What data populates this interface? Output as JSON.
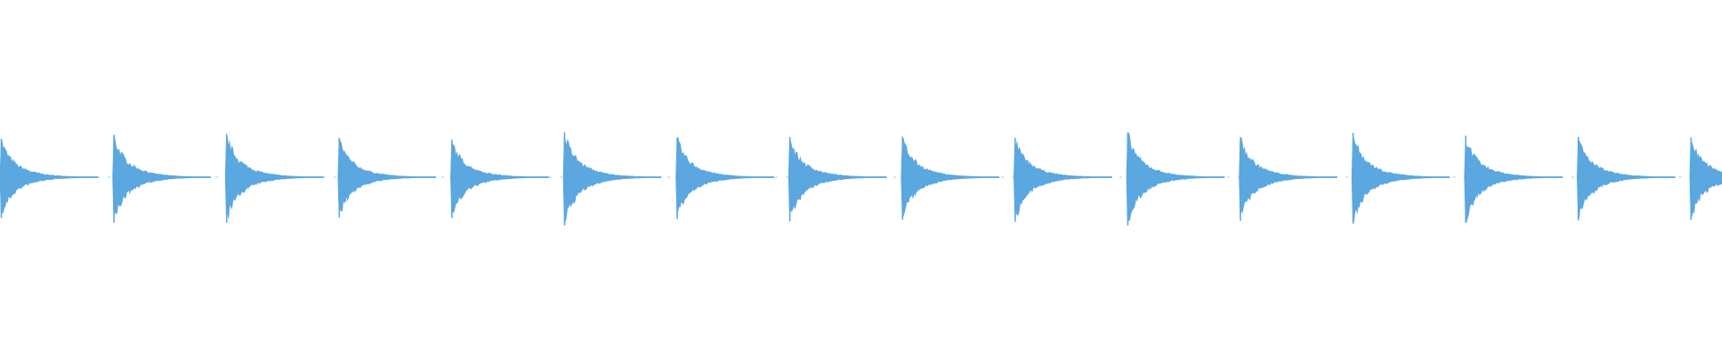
{
  "waveform": {
    "color": "#5ba7e0",
    "background": "#ffffff",
    "pulse_count": 16,
    "pulse_shape": "exponential-decay",
    "pulse_peak_amplitude": [
      0.82,
      0.91,
      0.93,
      0.84,
      0.8,
      0.97,
      0.85,
      0.86,
      0.87,
      0.84,
      0.96,
      0.86,
      0.95,
      0.89,
      0.86,
      0.85
    ],
    "pulse_bottom_amplitude": [
      0.84,
      0.94,
      0.94,
      0.83,
      0.84,
      1.0,
      0.86,
      0.91,
      0.88,
      0.92,
      1.0,
      0.9,
      0.96,
      0.94,
      0.89,
      0.88
    ],
    "last_pulse_truncated": true
  }
}
